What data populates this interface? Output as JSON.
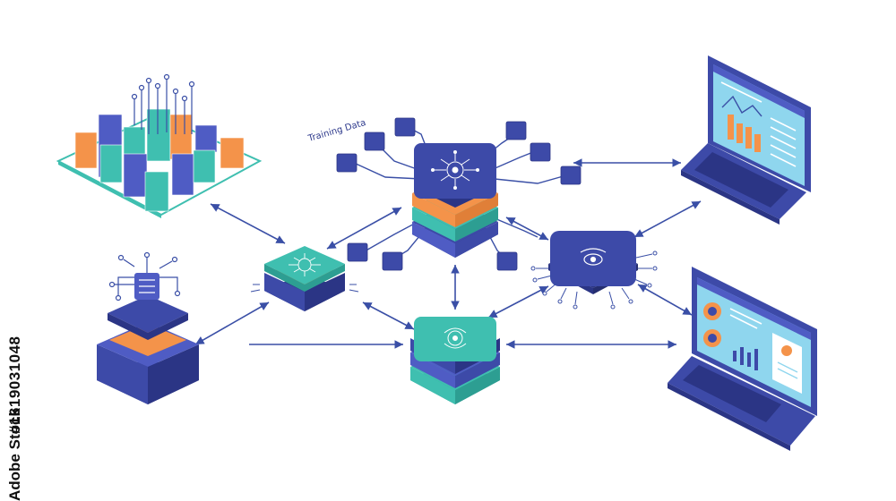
{
  "labels": {
    "training_data": "Training Data"
  },
  "watermark": {
    "brand": "Adobe Stock",
    "separator": "|",
    "asset_id": "#1619031048"
  },
  "colors": {
    "navy": "#3d4aa8",
    "navy_dark": "#2b3585",
    "indigo": "#4f5cc4",
    "teal": "#3fbfb0",
    "teal_dark": "#2d9e92",
    "orange": "#f4934a",
    "sky": "#8fd6ee",
    "line": "#3a4fa6"
  },
  "icons": [
    "bar-chart-platform-icon",
    "ai-core-server-icon",
    "processor-chip-icon",
    "laptop-analytics-icon",
    "laptop-dashboard-icon",
    "data-storage-icon",
    "circuit-module-icon",
    "hologram-cube-icon"
  ]
}
